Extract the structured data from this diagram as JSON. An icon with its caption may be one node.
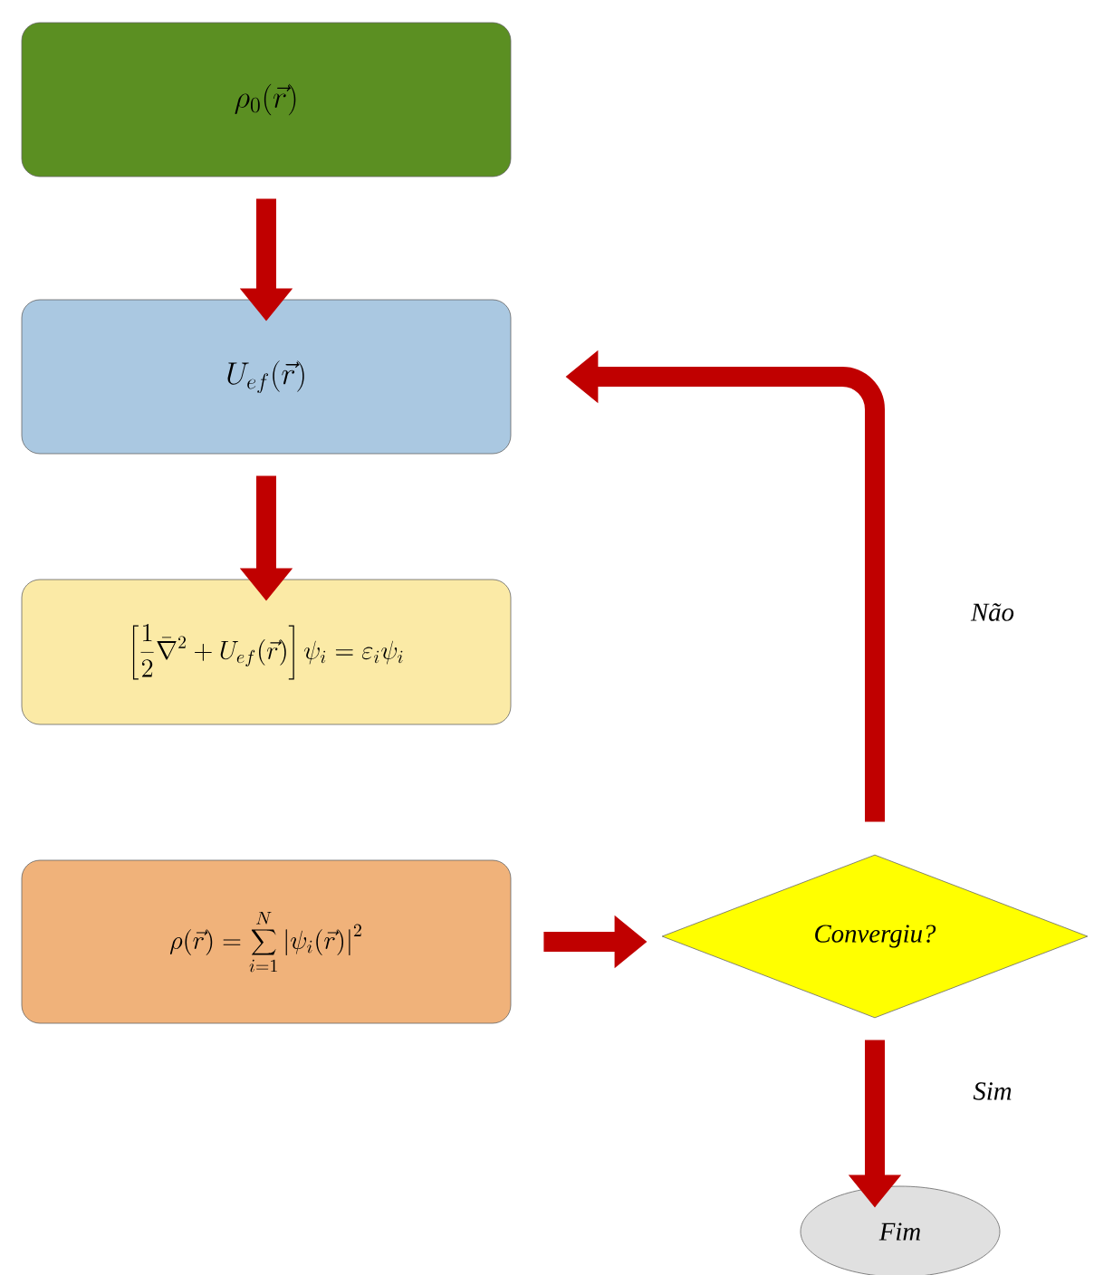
{
  "diagram": {
    "nodes": [
      {
        "text": [
          "\\rho_0(\\vec{r})"
        ]
      },
      {
        "text": [
          "U_{ef}(\\vec{r})"
        ]
      },
      {
        "text": [
          "\\left[\\frac{1}{2}\\bar{\\nabla}^2 + U_{ef}(\\vec{r})\\right]\\psi_i = \\varepsilon_i\\psi_i"
        ]
      },
      {
        "text": [
          "\\rho(\\vec{r}) = \\sum_{i=1}^{N}\\left|\\psi_i(\\vec{r})\\right|^2"
        ]
      },
      {
        "text": [
          "Convergiu?"
        ]
      },
      {
        "text": [
          "Fim"
        ]
      }
    ],
    "edges": [
      {
        "from": 0,
        "to": 1,
        "arrow": "to"
      },
      {
        "from": 1,
        "to": 2,
        "arrow": "to"
      },
      {
        "from": 3,
        "to": 4,
        "arrow": "to"
      },
      {
        "from": 4,
        "to": 1,
        "arrow": "to",
        "label": "Não"
      },
      {
        "from": 4,
        "to": 5,
        "arrow": "to",
        "label": "Sim"
      }
    ]
  }
}
